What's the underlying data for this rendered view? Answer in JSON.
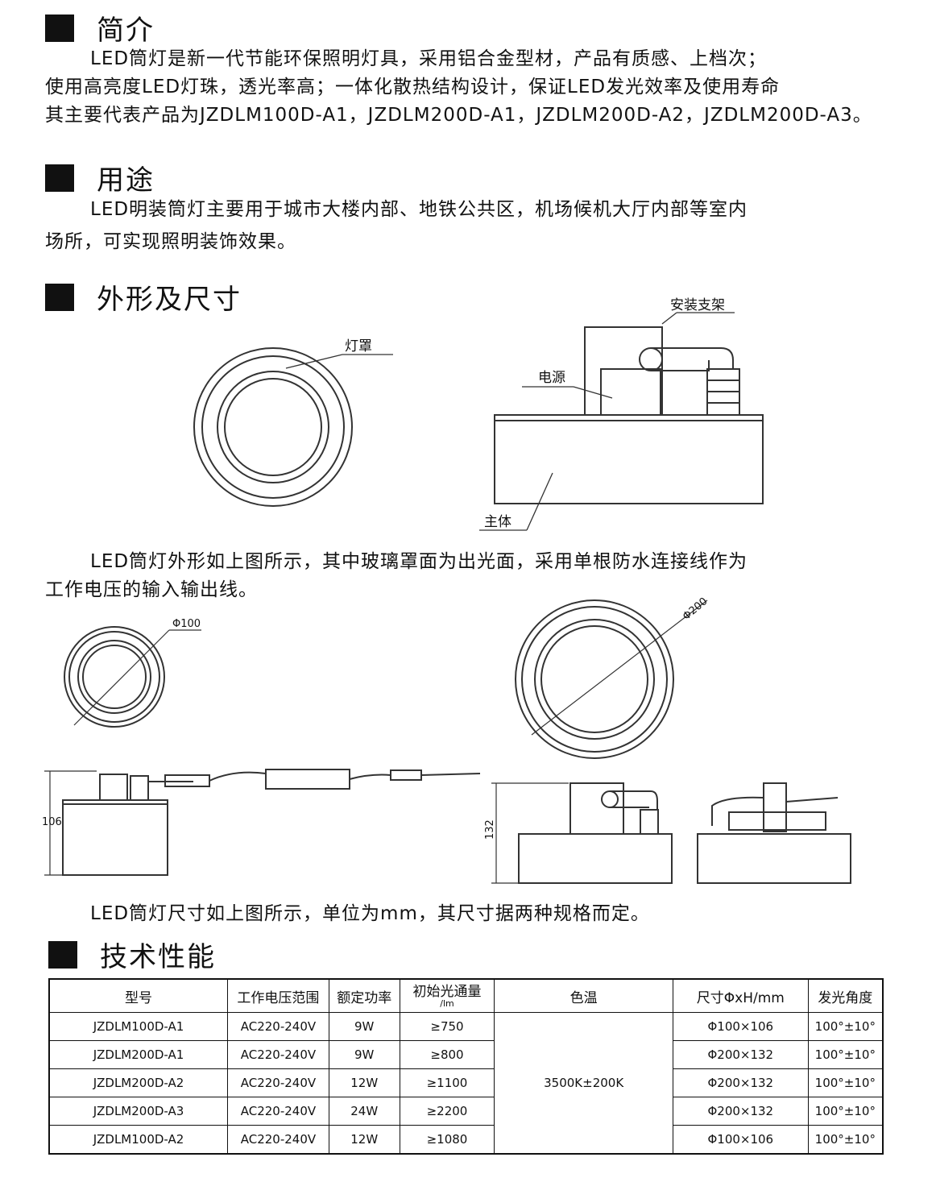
{
  "sections": {
    "intro": {
      "title": "简介",
      "lines": [
        "LED筒灯是新一代节能环保照明灯具，采用铝合金型材，产品有质感、上档次；",
        "使用高亮度LED灯珠，透光率高；一体化散热结构设计，保证LED发光效率及使用寿命",
        "其主要代表产品为JZDLM100D-A1，JZDLM200D-A1，JZDLM200D-A2，JZDLM200D-A3。"
      ]
    },
    "usage": {
      "title": "用途",
      "lines": [
        "LED明装筒灯主要用于城市大楼内部、地铁公共区，机场候机大厅内部等室内",
        "场所，可实现照明装饰效果。"
      ]
    },
    "shape": {
      "title": "外形及尺寸",
      "labels": {
        "lampshade": "灯罩",
        "bracket": "安装支架",
        "power": "电源",
        "body": "主体"
      },
      "desc_lines": [
        "LED筒灯外形如上图所示，其中玻璃罩面为出光面，采用单根防水连接线作为",
        "工作电压的输入输出线。"
      ],
      "dims": {
        "d100": "Φ100",
        "d200": "Φ200",
        "h106": "106",
        "h132": "132"
      },
      "dim_note": "LED筒灯尺寸如上图所示，单位为mm，其尺寸据两种规格而定。"
    },
    "tech": {
      "title": "技术性能"
    }
  },
  "spec_table": {
    "headers": {
      "model": "型号",
      "voltage": "工作电压范围",
      "power": "额定功率",
      "flux_main": "初始光通量",
      "flux_unit": "/lm",
      "cct": "色温",
      "size": "尺寸ΦxH/mm",
      "angle": "发光角度"
    },
    "cct_value": "3500K±200K",
    "rows": [
      {
        "model": "JZDLM100D-A1",
        "voltage": "AC220-240V",
        "power": "9W",
        "flux": "≥750",
        "size": "Φ100×106",
        "angle": "100°±10°"
      },
      {
        "model": "JZDLM200D-A1",
        "voltage": "AC220-240V",
        "power": "9W",
        "flux": "≥800",
        "size": "Φ200×132",
        "angle": "100°±10°"
      },
      {
        "model": "JZDLM200D-A2",
        "voltage": "AC220-240V",
        "power": "12W",
        "flux": "≥1100",
        "size": "Φ200×132",
        "angle": "100°±10°"
      },
      {
        "model": "JZDLM200D-A3",
        "voltage": "AC220-240V",
        "power": "24W",
        "flux": "≥2200",
        "size": "Φ200×132",
        "angle": "100°±10°"
      },
      {
        "model": "JZDLM100D-A2",
        "voltage": "AC220-240V",
        "power": "12W",
        "flux": "≥1080",
        "size": "Φ100×106",
        "angle": "100°±10°"
      }
    ]
  }
}
